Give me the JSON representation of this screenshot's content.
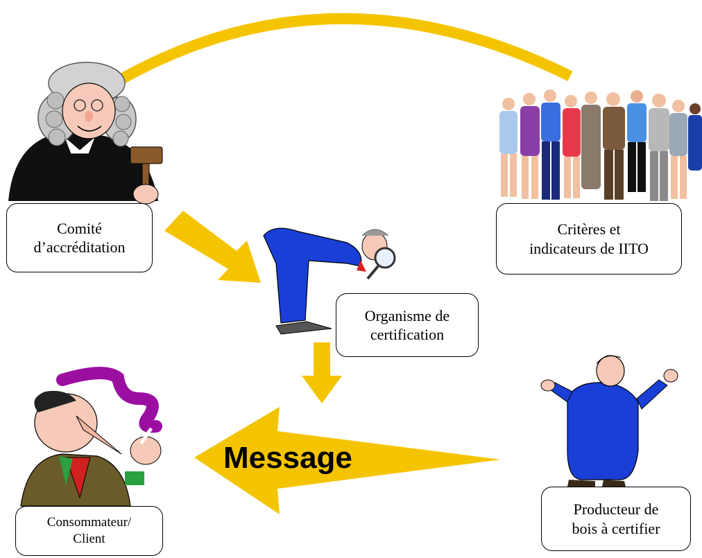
{
  "colors": {
    "arrow": "#f5c400",
    "arrow_dark": "#e8b200",
    "suit_blue": "#1a3fd6",
    "robe_black": "#101010",
    "skin": "#f7c9b8",
    "outline": "#000000"
  },
  "nodes": {
    "comite": {
      "line1": "Comité",
      "line2": "d’accréditation"
    },
    "criteres": {
      "line1": "Critères et",
      "line2": "indicateurs de IITO"
    },
    "organisme": {
      "line1": "Organisme de",
      "line2": "certification"
    },
    "consommateur": {
      "line1": "Consommateur/",
      "line2": "Client"
    },
    "producteur": {
      "line1": "Producteur de",
      "line2": "bois à certifier"
    }
  },
  "arrows": {
    "big_arrow_label": "Message"
  },
  "icons": [
    "judge-clipart-icon",
    "group-of-people-clipart-icon",
    "inspector-with-magnifier-clipart-icon",
    "smoking-consumer-clipart-icon",
    "businessman-clipart-icon"
  ]
}
